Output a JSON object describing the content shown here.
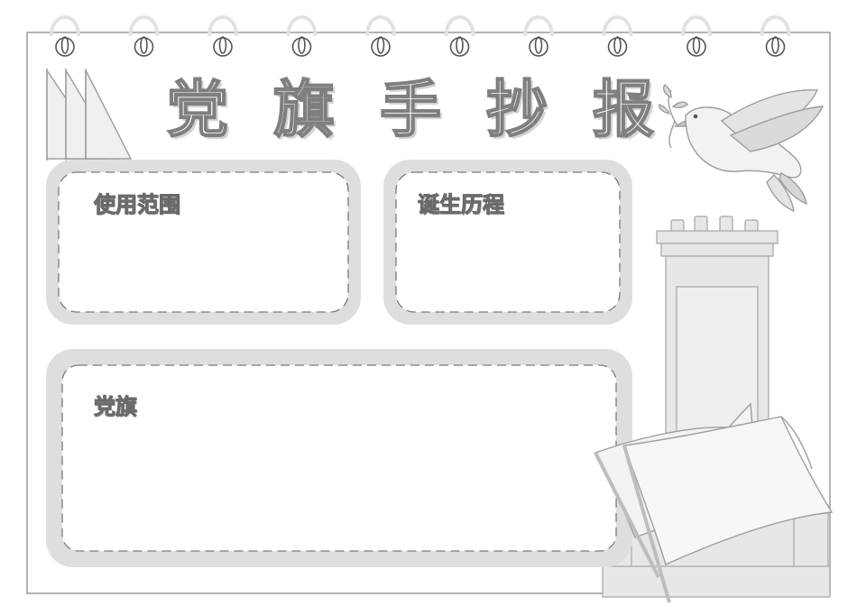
{
  "header": {
    "title_chars": [
      "党",
      "旗",
      "手",
      "抄",
      "报"
    ]
  },
  "panels": [
    {
      "label": "使用范围"
    },
    {
      "label": "诞生历程"
    },
    {
      "label": "党旗"
    }
  ],
  "palette": {
    "border": "#9a9a9a",
    "panel_frame": "#dedede",
    "dash": "#7a7a7a",
    "illustration_fill": "#e9e9e9",
    "illustration_stroke": "#9d9d9d"
  }
}
